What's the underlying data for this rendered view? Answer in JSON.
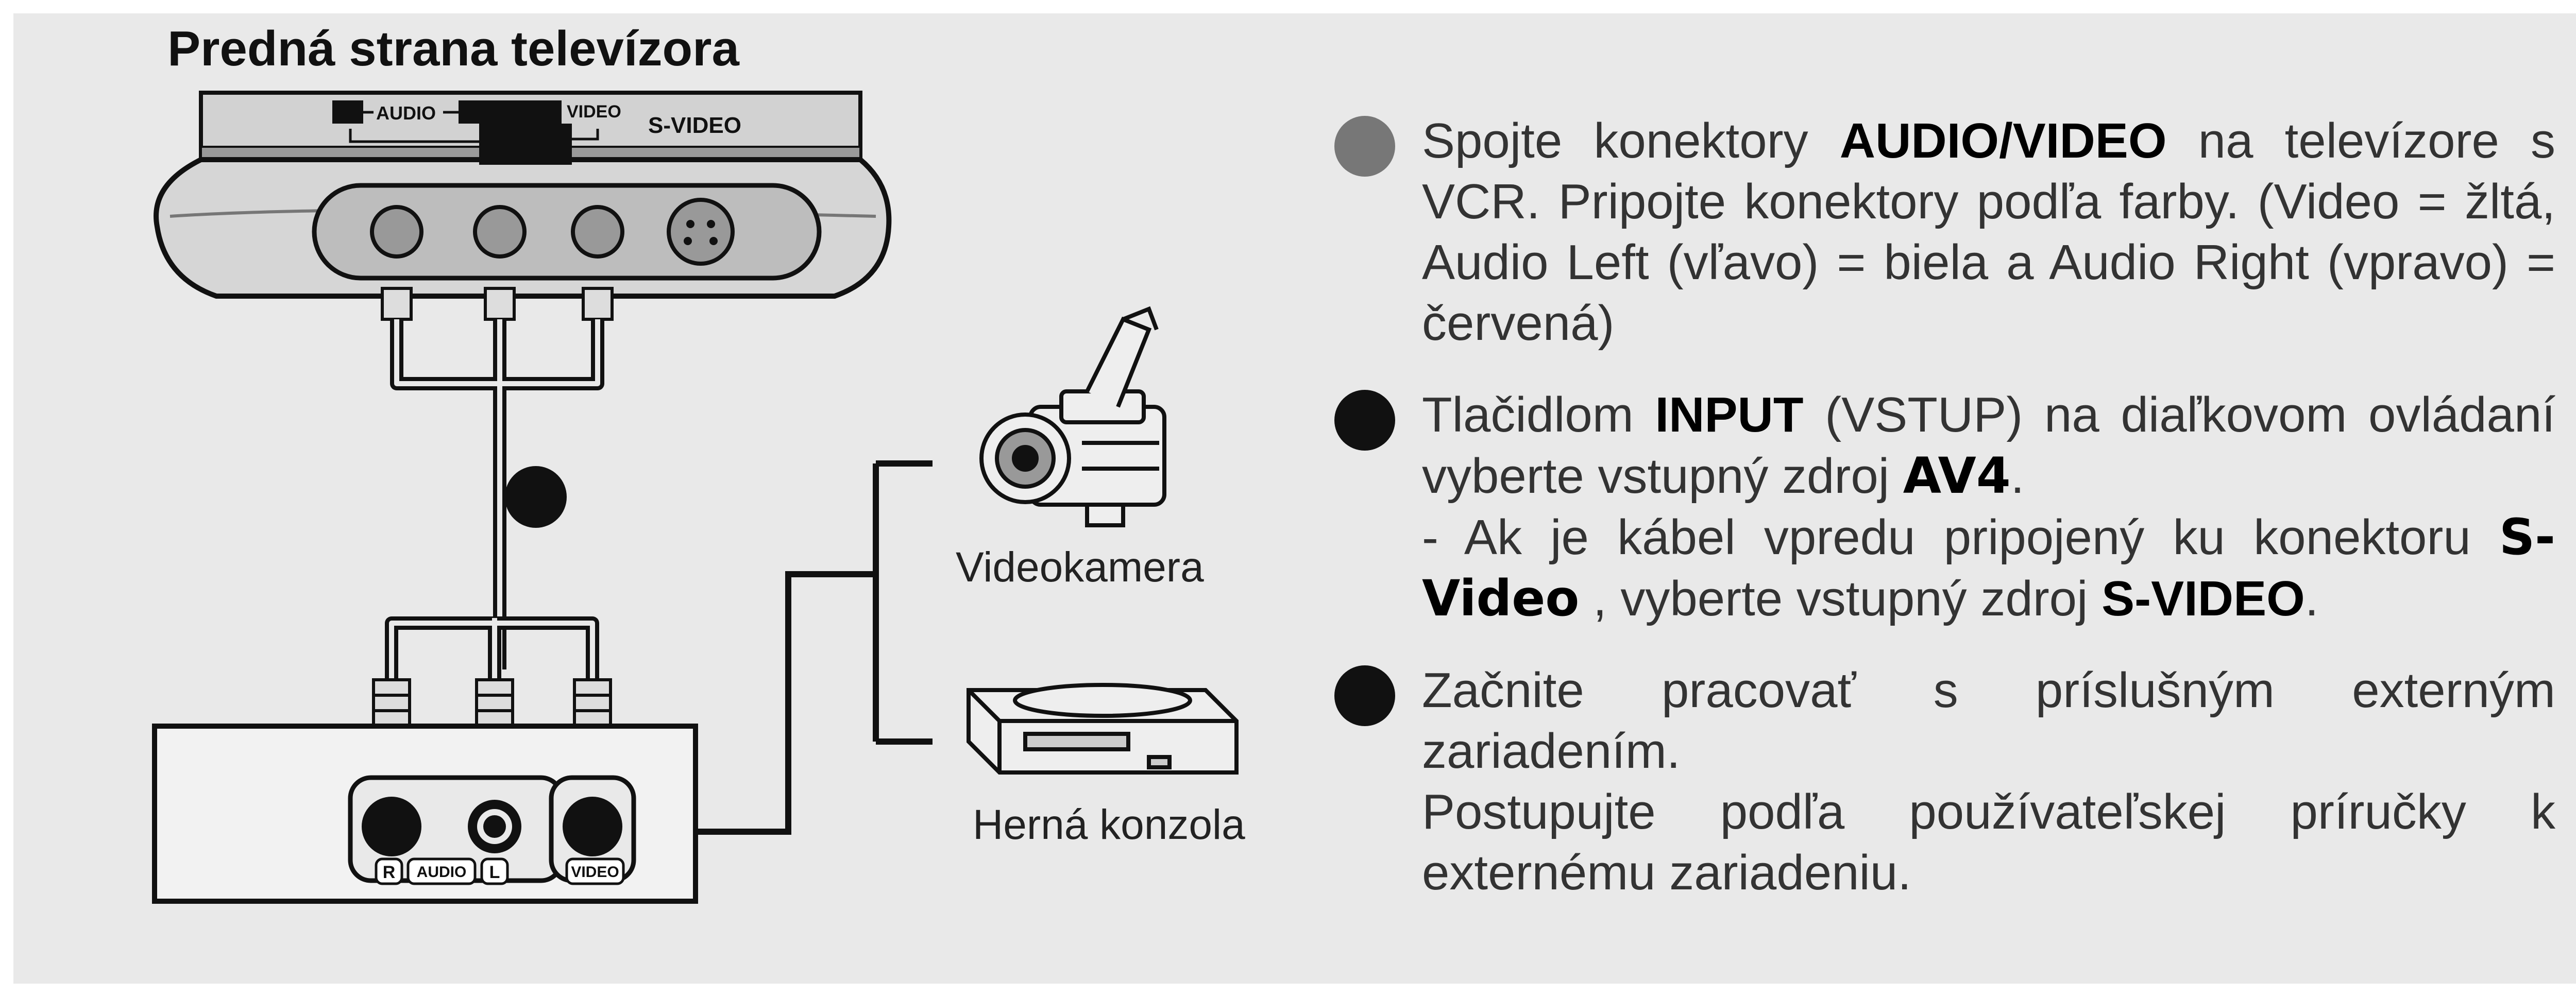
{
  "diagram": {
    "tv_front_label": "Predná strana televízora",
    "tv_panel": {
      "audio_label": "AUDIO",
      "video_label": "VIDEO",
      "svideo_label": "S-VIDEO"
    },
    "device_labels": {
      "camcorder": "Videokamera",
      "game_console": "Herná konzola"
    },
    "jack_labels": {
      "r": "R",
      "audio": "AUDIO",
      "l": "L",
      "video": "VIDEO"
    }
  },
  "steps": [
    {
      "bullet_style": "grey",
      "parts": [
        "Spojte konektory ",
        "AUDIO/VIDEO",
        " na televízore s VCR. Pripojte konektory podľa farby. (Video = žltá, Audio Left (vľavo) = biela a Audio Right (vpravo) = červená)"
      ]
    },
    {
      "bullet_style": "black",
      "parts": [
        "Tlačidlom ",
        "INPUT",
        " (VSTUP) na diaľkovom ovládaní vyberte vstupný zdroj ",
        "AV4",
        "."
      ],
      "sub_parts": [
        "- Ak je kábel vpredu pripojený ku konektoru ",
        "S-Video",
        " , vyberte vstupný zdroj ",
        "S-VIDEO",
        "."
      ]
    },
    {
      "bullet_style": "black",
      "parts": [
        "Začnite pracovať s príslušným externým zariadením."
      ],
      "parts2": [
        "Postupujte podľa používateľskej príručky k externému zariadeniu."
      ]
    }
  ]
}
